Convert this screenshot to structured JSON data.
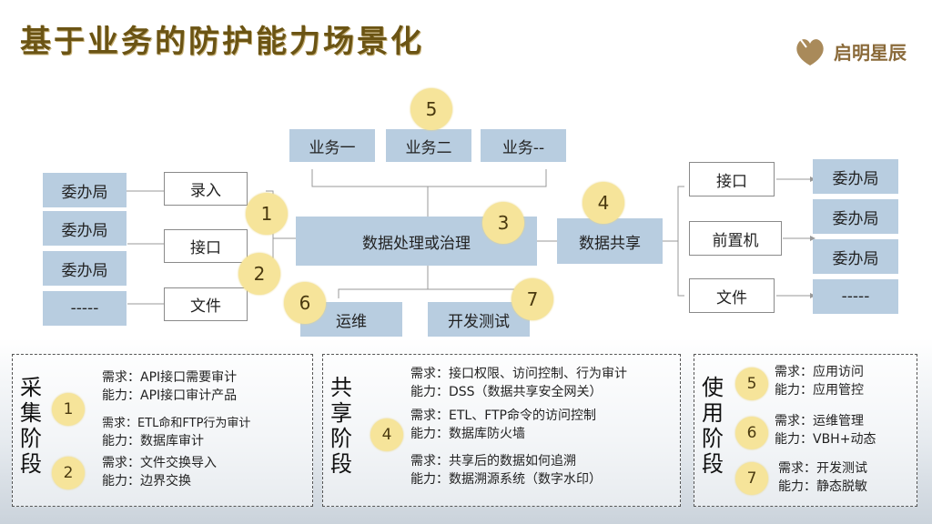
{
  "title": "基于业务的防护能力场景化",
  "logo": {
    "text": "启明星辰",
    "icon": "qiming-logo-icon"
  },
  "diagram": {
    "sources": [
      "委办局",
      "委办局",
      "委办局",
      "-----"
    ],
    "inputs": [
      "录入",
      "接口",
      "文件"
    ],
    "businesses": [
      "业务一",
      "业务二",
      "业务--"
    ],
    "center": "数据处理或治理",
    "share": "数据共享",
    "ops": "运维",
    "devtest": "开发测试",
    "outputs": [
      "接口",
      "前置机",
      "文件"
    ],
    "targets": [
      "委办局",
      "委办局",
      "委办局",
      "-----"
    ],
    "markers": [
      "5",
      "1",
      "3",
      "4",
      "2",
      "6",
      "7"
    ]
  },
  "panels": {
    "collect": {
      "stage": [
        "采",
        "集",
        "阶",
        "段"
      ],
      "markers": [
        "1",
        "2"
      ],
      "lines": [
        "需求：API接口需要审计",
        "能力：API接口审计产品",
        "需求：ETL命和FTP行为审计",
        "能力：数据库审计",
        "需求：文件交换导入",
        "能力：边界交换"
      ]
    },
    "share": {
      "stage": [
        "共",
        "享",
        "阶",
        "段"
      ],
      "markers": [
        "4"
      ],
      "lines": [
        "需求：接口权限、访问控制、行为审计",
        "能力：DSS（数据共享安全网关）",
        "需求：ETL、FTP命令的访问控制",
        "能力：数据库防火墙",
        "需求：共享后的数据如何追溯",
        "能力：数据溯源系统（数字水印）"
      ]
    },
    "use": {
      "stage": [
        "使",
        "用",
        "阶",
        "段"
      ],
      "markers": [
        "5",
        "6",
        "7"
      ],
      "lines": [
        "需求：应用访问",
        "能力：应用管控",
        "需求：运维管理",
        "能力：VBH+动态",
        "需求：开发测试",
        "能力：静态脱敏"
      ]
    }
  }
}
